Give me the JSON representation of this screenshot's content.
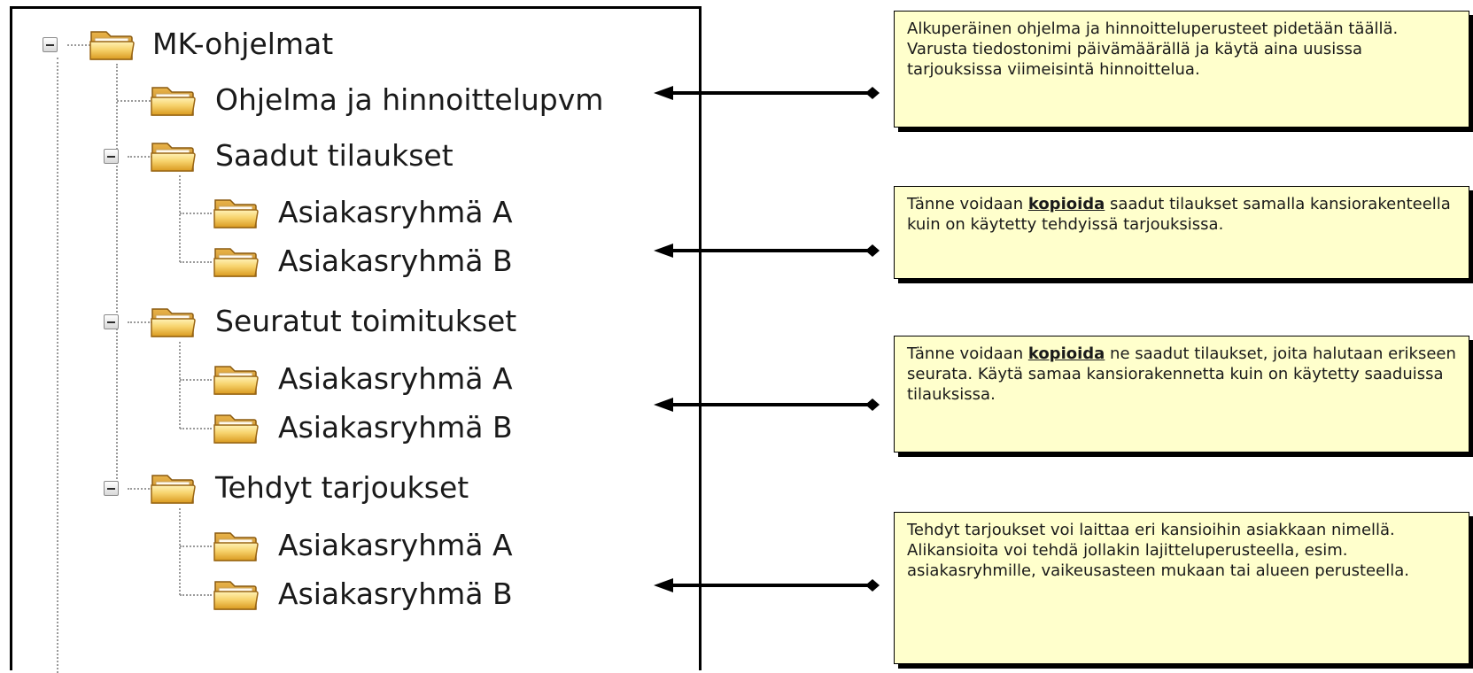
{
  "tree": {
    "root": {
      "label": "MK-ohjelmat"
    },
    "program_folder": {
      "label": "Ohjelma ja hinnoittelupvm"
    },
    "groups": [
      {
        "label": "Saadut tilaukset",
        "children": [
          "Asiakasryhmä A",
          "Asiakasryhmä B"
        ]
      },
      {
        "label": "Seuratut toimitukset",
        "children": [
          "Asiakasryhmä A",
          "Asiakasryhmä B"
        ]
      },
      {
        "label": "Tehdyt tarjoukset",
        "children": [
          "Asiakasryhmä A",
          "Asiakasryhmä B"
        ]
      }
    ]
  },
  "callouts": [
    {
      "text": "Alkuperäinen ohjelma ja hinnoitteluperusteet pidetään täällä. Varusta tiedostonimi päivämäärällä ja käytä aina uusissa tarjouksissa viimeisintä hinnoittelua."
    },
    {
      "before": "Tänne voidaan ",
      "emphasis": "kopioida",
      "after": " saadut tilaukset samalla kansiorakenteella kuin on käytetty tehdyissä tarjouksissa."
    },
    {
      "before": "Tänne voidaan ",
      "emphasis": "kopioida",
      "after": " ne saadut tilaukset, joita halutaan erikseen seurata. Käytä samaa kansiorakennetta kuin on käytetty saaduissa tilauksissa."
    },
    {
      "text": "Tehdyt tarjoukset voi laittaa eri kansioihin asiakkaan nimellä. Alikansioita voi tehdä jollakin lajitteluperusteella, esim. asiakasryhmille, vaikeusasteen mukaan tai alueen perusteella."
    }
  ],
  "colors": {
    "callout_bg": "#ffffcc",
    "folder": "#f2c14e",
    "connector": "#9a9a9a"
  }
}
